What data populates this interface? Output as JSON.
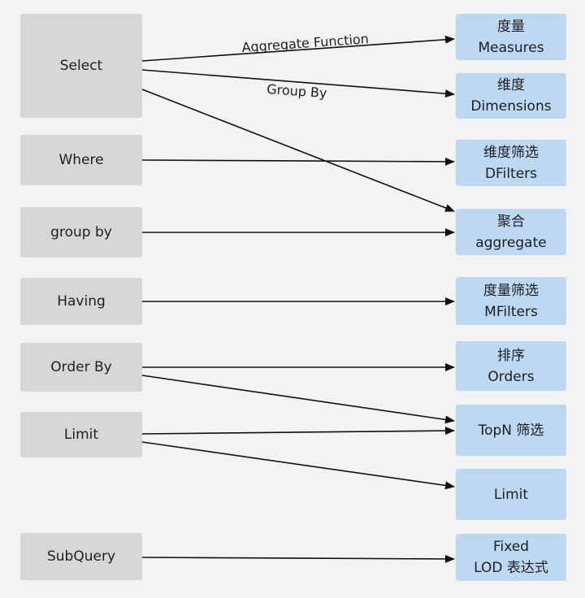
{
  "left_nodes": {
    "select": "Select",
    "where": "Where",
    "group_by": "group by",
    "having": "Having",
    "order_by": "Order By",
    "limit": "Limit",
    "subquery": "SubQuery"
  },
  "right_nodes": {
    "measures": {
      "line1": "度量",
      "line2": "Measures"
    },
    "dimensions": {
      "line1": "维度",
      "line2": "Dimensions"
    },
    "dfilters": {
      "line1": "维度筛选",
      "line2": "DFilters"
    },
    "aggregate": {
      "line1": "聚合",
      "line2": "aggregate"
    },
    "mfilters": {
      "line1": "度量筛选",
      "line2": "MFilters"
    },
    "orders": {
      "line1": "排序",
      "line2": "Orders"
    },
    "topn": {
      "line1": "TopN 筛选"
    },
    "limit": {
      "line1": "Limit"
    },
    "fixed_lod": {
      "line1": "Fixed",
      "line2": "LOD 表达式"
    }
  },
  "edge_labels": {
    "aggregate_function": "Aggregate Function",
    "group_by": "Group By"
  },
  "colors": {
    "left_fill": "#d7d7d7",
    "right_fill": "#bcd8f3",
    "background": "#f3f3f4",
    "arrow": "#111111"
  }
}
